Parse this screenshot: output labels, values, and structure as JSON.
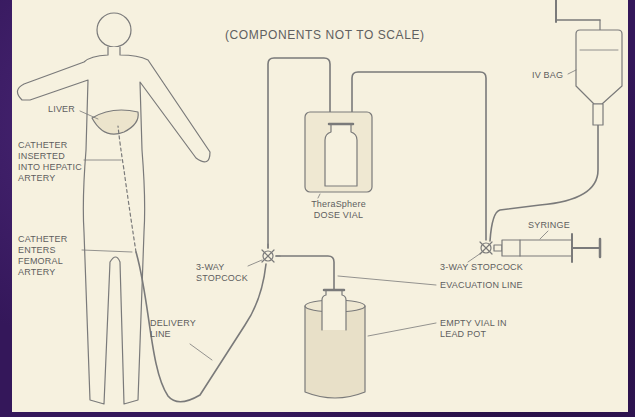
{
  "diagram": {
    "labels": [
      "(COMPONENTS NOT TO SCALE)",
      "LIVER",
      "CATHETER INSERTED INTO HEPATIC ARTERY",
      "CATHETER ENTERS FEMORAL ARTERY",
      "TheraSphere DOSE VIAL",
      "IV BAG",
      "SYRINGE",
      "3-WAY STOPCOCK",
      "3-WAY STOPCOCK",
      "EVACUATION LINE",
      "DELIVERY LINE",
      "EMPTY VIAL IN LEAD POT"
    ]
  }
}
